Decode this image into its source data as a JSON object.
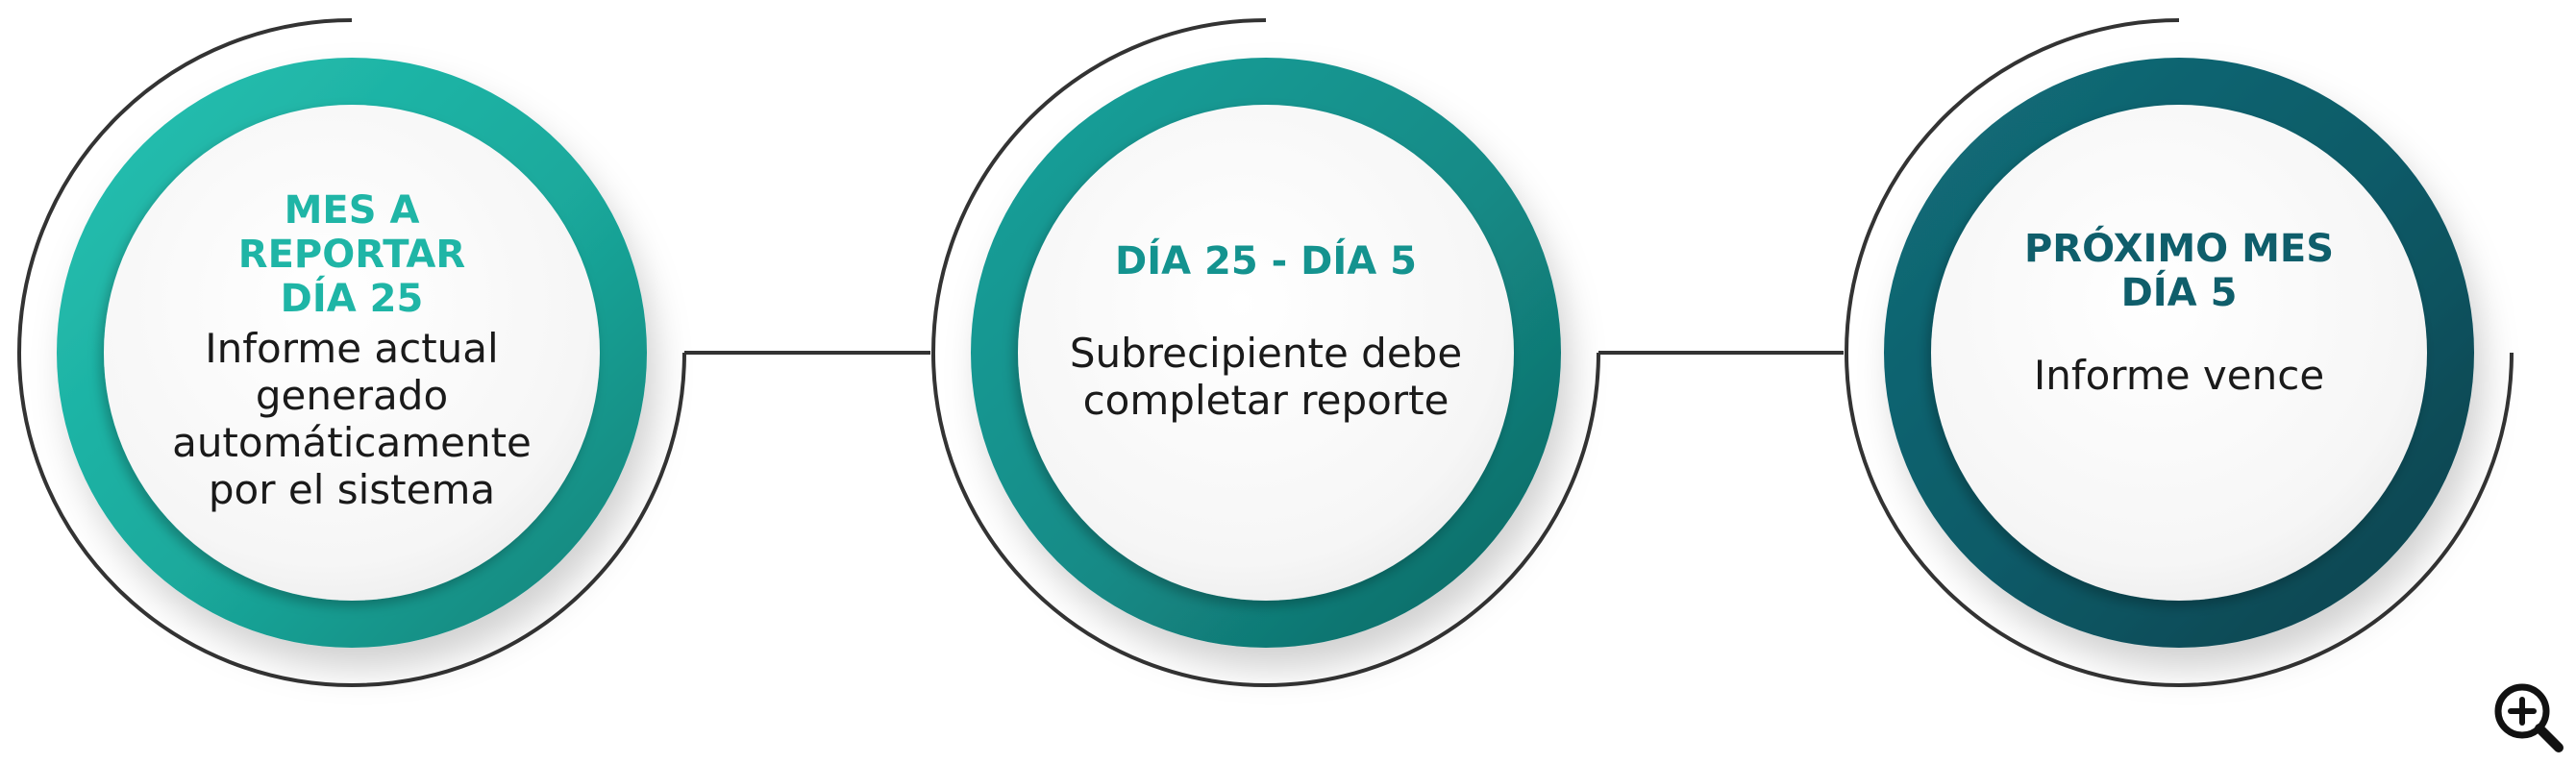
{
  "nodes": [
    {
      "title": "MES A\nREPORTAR\nDÍA 25",
      "body": "Informe actual\ngenerado\nautomáticamente\npor el sistema",
      "title_color": "#1fb5a6",
      "ring_color": "#1fb5a6"
    },
    {
      "title": "DÍA 25 - DÍA 5",
      "body": "Subrecipiente debe\ncompletar reporte",
      "title_color": "#14938f",
      "ring_color": "#15948f"
    },
    {
      "title": "PRÓXIMO MES\nDÍA 5",
      "body": "Informe vence",
      "title_color": "#0f5e6b",
      "ring_color": "#0e5a67"
    }
  ],
  "zoom_icon": "zoom-in-icon"
}
